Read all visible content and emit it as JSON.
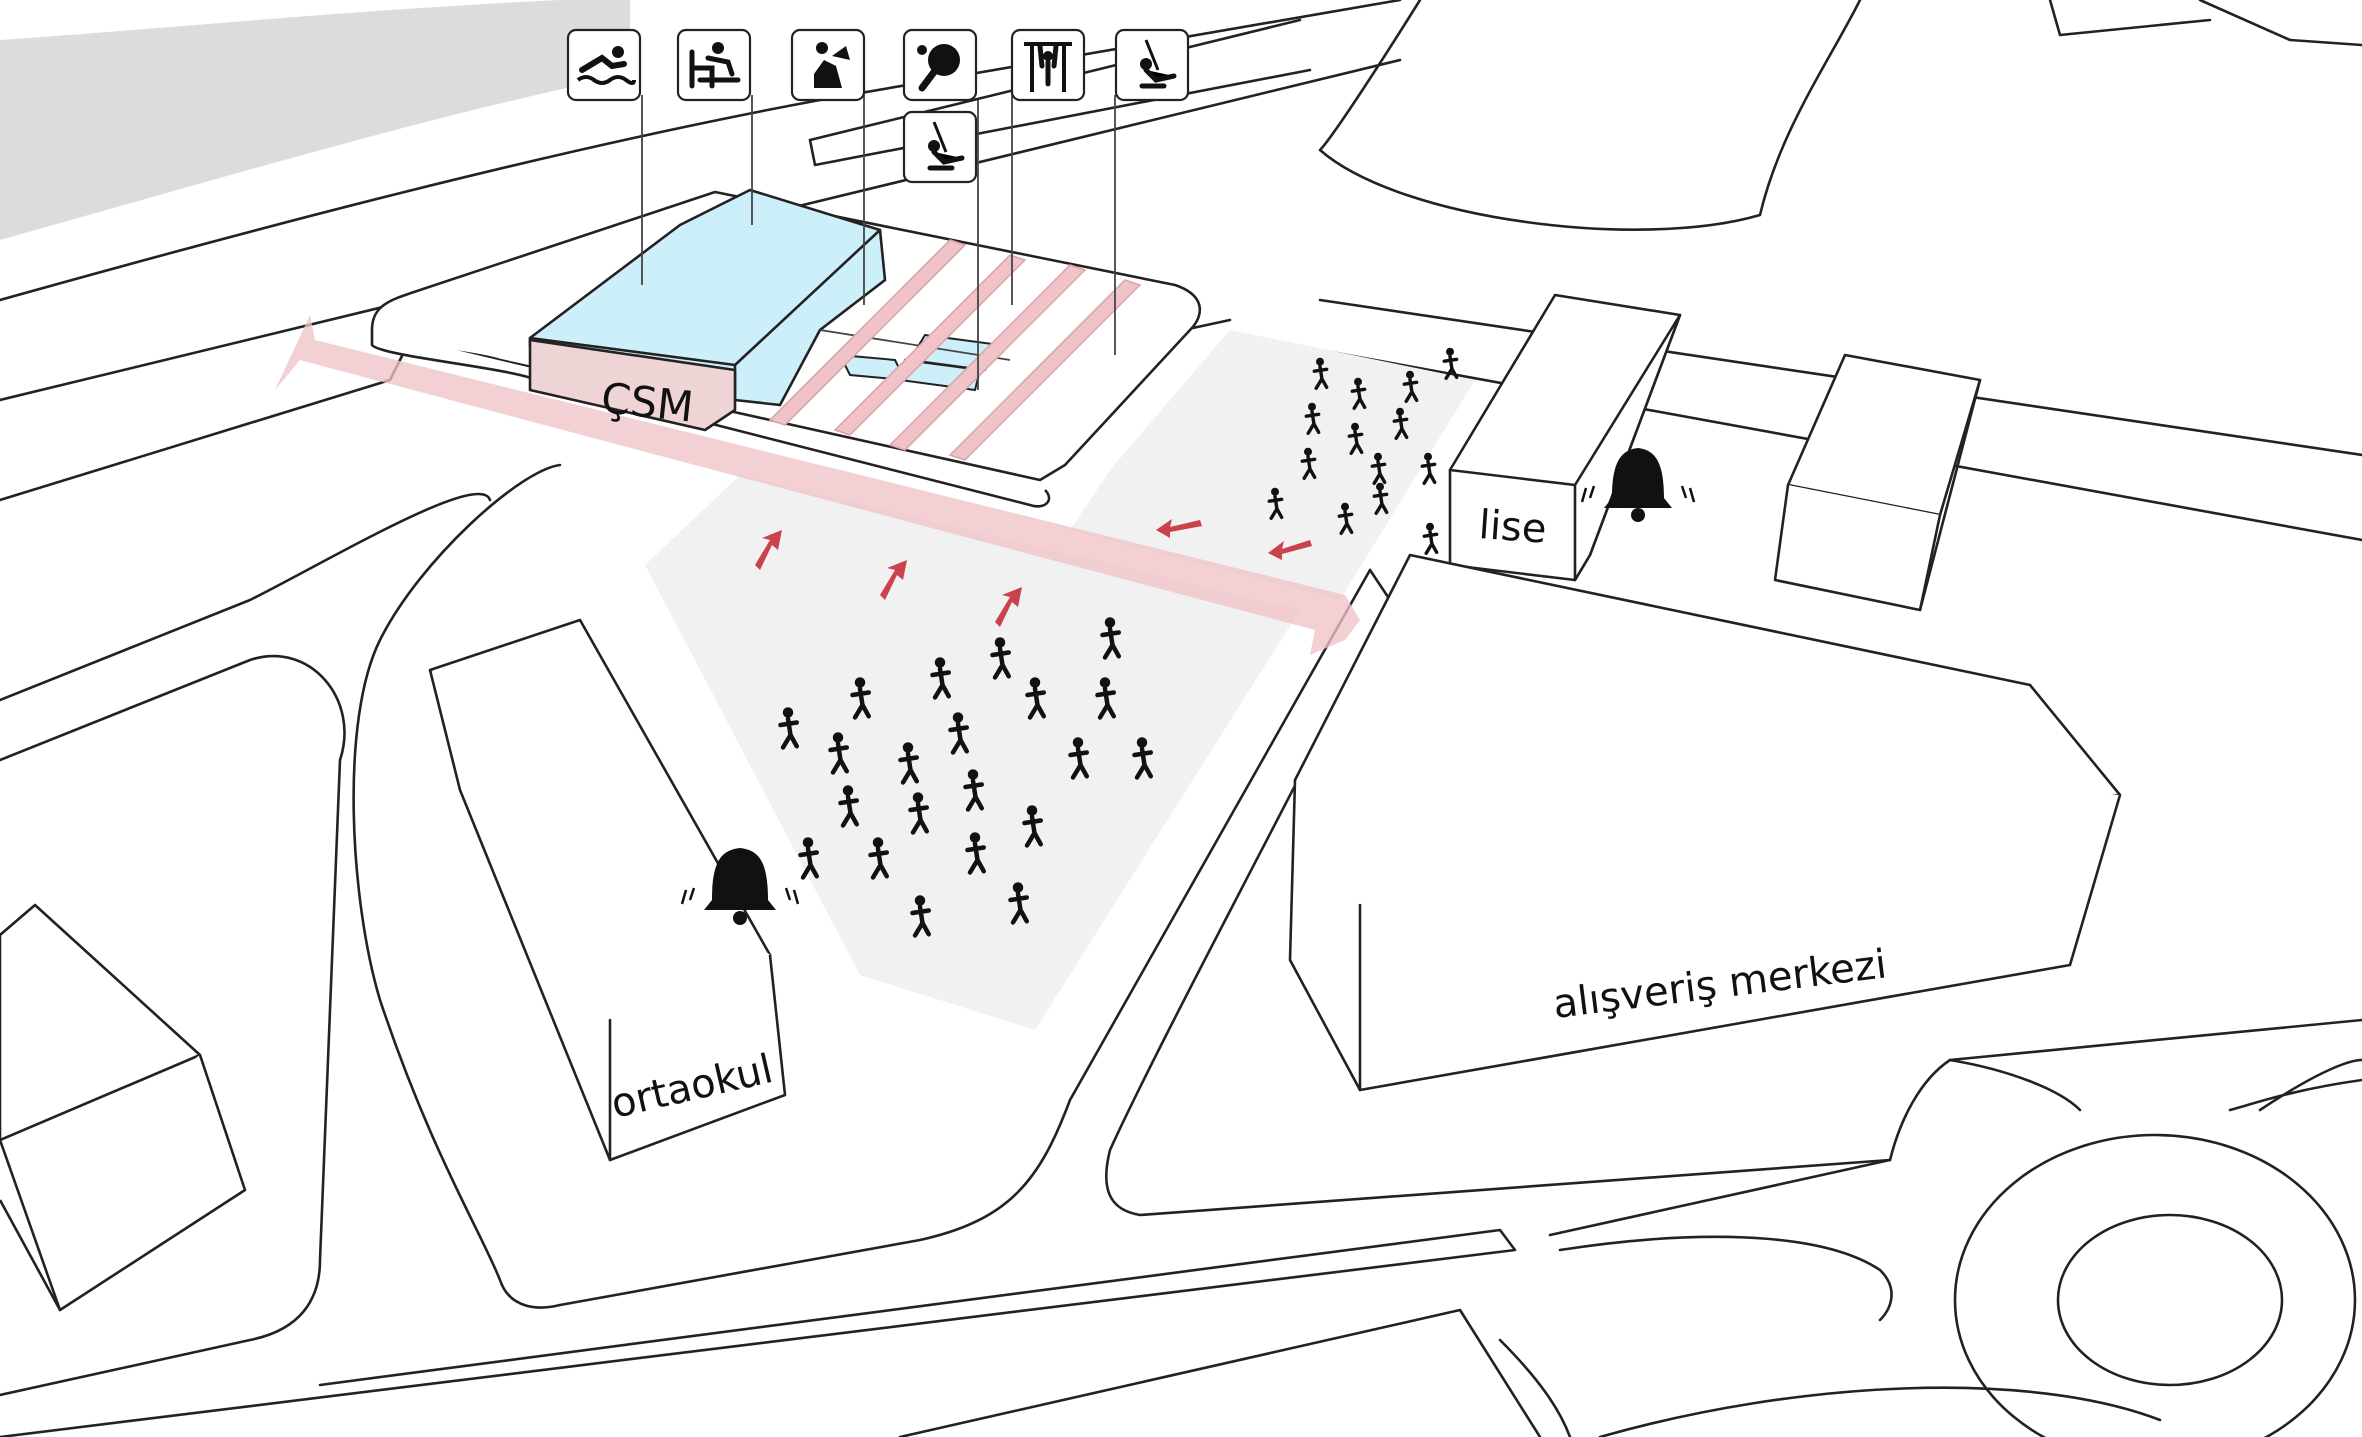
{
  "labels": {
    "community_center": "ÇSM",
    "high_school": "lise",
    "middle_school": "ortaokul",
    "shopping_mall": "alışveriş merkezi"
  },
  "activity_icons": [
    {
      "name": "swimming-icon"
    },
    {
      "name": "fitness-icon"
    },
    {
      "name": "reading-icon"
    },
    {
      "name": "table-tennis-icon"
    },
    {
      "name": "pull-up-bar-icon"
    },
    {
      "name": "swing-icon"
    },
    {
      "name": "swing-icon"
    }
  ],
  "colors": {
    "pool": "#cdeffa",
    "flow_band": "#eec3c6",
    "flow_arrow": "#c9424c",
    "plaza": "#f1f1f1",
    "water": "#dcdcdc",
    "line": "#222222"
  },
  "school_bell_icons": 2,
  "crowd": {
    "main_plaza_people": 21,
    "east_plaza_people": 14
  }
}
